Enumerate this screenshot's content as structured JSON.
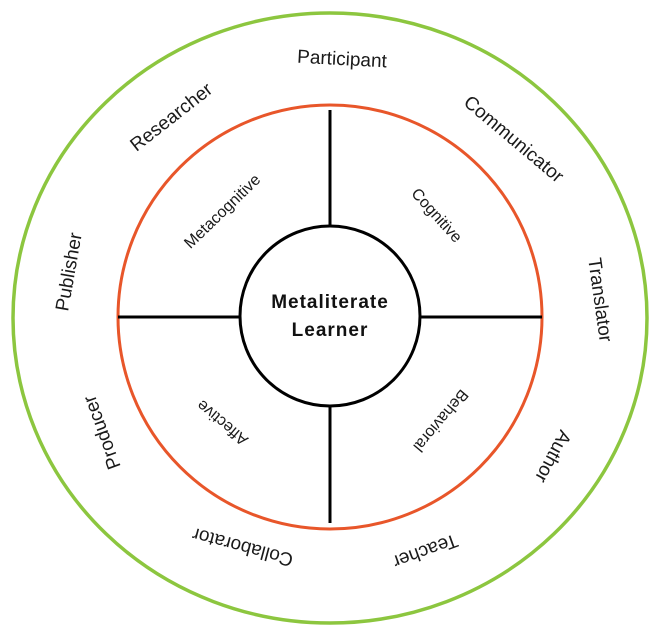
{
  "center": {
    "line1": "Metaliterate",
    "line2": "Learner"
  },
  "domains": {
    "metacognitive": "Metacognitive",
    "cognitive": "Cognitive",
    "affective": "Affective",
    "behavioral": "Behavioral"
  },
  "roles": {
    "participant": "Participant",
    "communicator": "Communicator",
    "translator": "Translator",
    "author": "Author",
    "teacher": "Teacher",
    "collaborator": "Collaborator",
    "producer": "Producer",
    "publisher": "Publisher",
    "researcher": "Researcher"
  },
  "colors": {
    "outer_ring": "#8cc63f",
    "inner_ring": "#e8562a",
    "lines": "#000000"
  }
}
